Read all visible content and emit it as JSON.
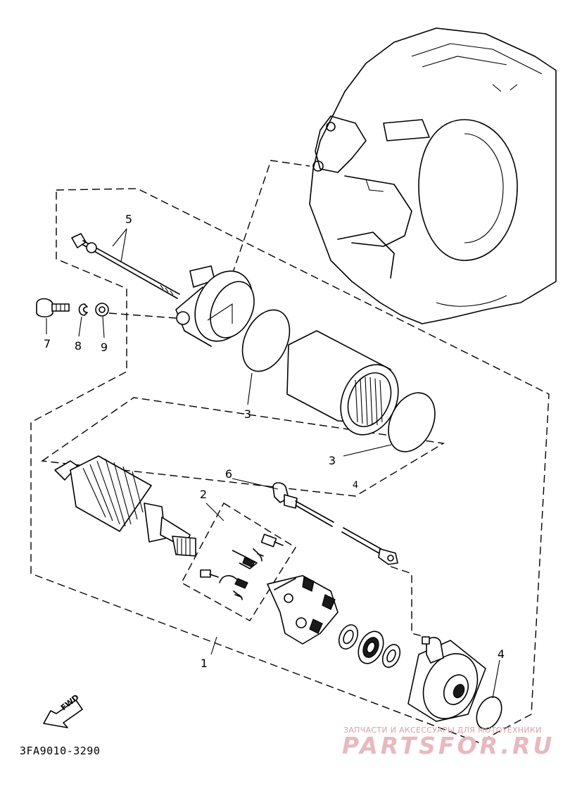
{
  "diagram": {
    "code": "3FA9010-3290",
    "fwd_label": "FWD",
    "callouts": {
      "c1": "1",
      "c2": "2",
      "c3a": "3",
      "c3b": "3",
      "c4a": "4",
      "c4b": "4",
      "c5": "5",
      "c6": "6",
      "c7": "7",
      "c8": "8",
      "c9": "9"
    }
  },
  "watermark": {
    "caption": "ЗАПЧАСТИ И АКСЕССУАРЫ ДЛЯ МОТОТЕХНИКИ",
    "logo": "PARTSFOR.RU"
  }
}
